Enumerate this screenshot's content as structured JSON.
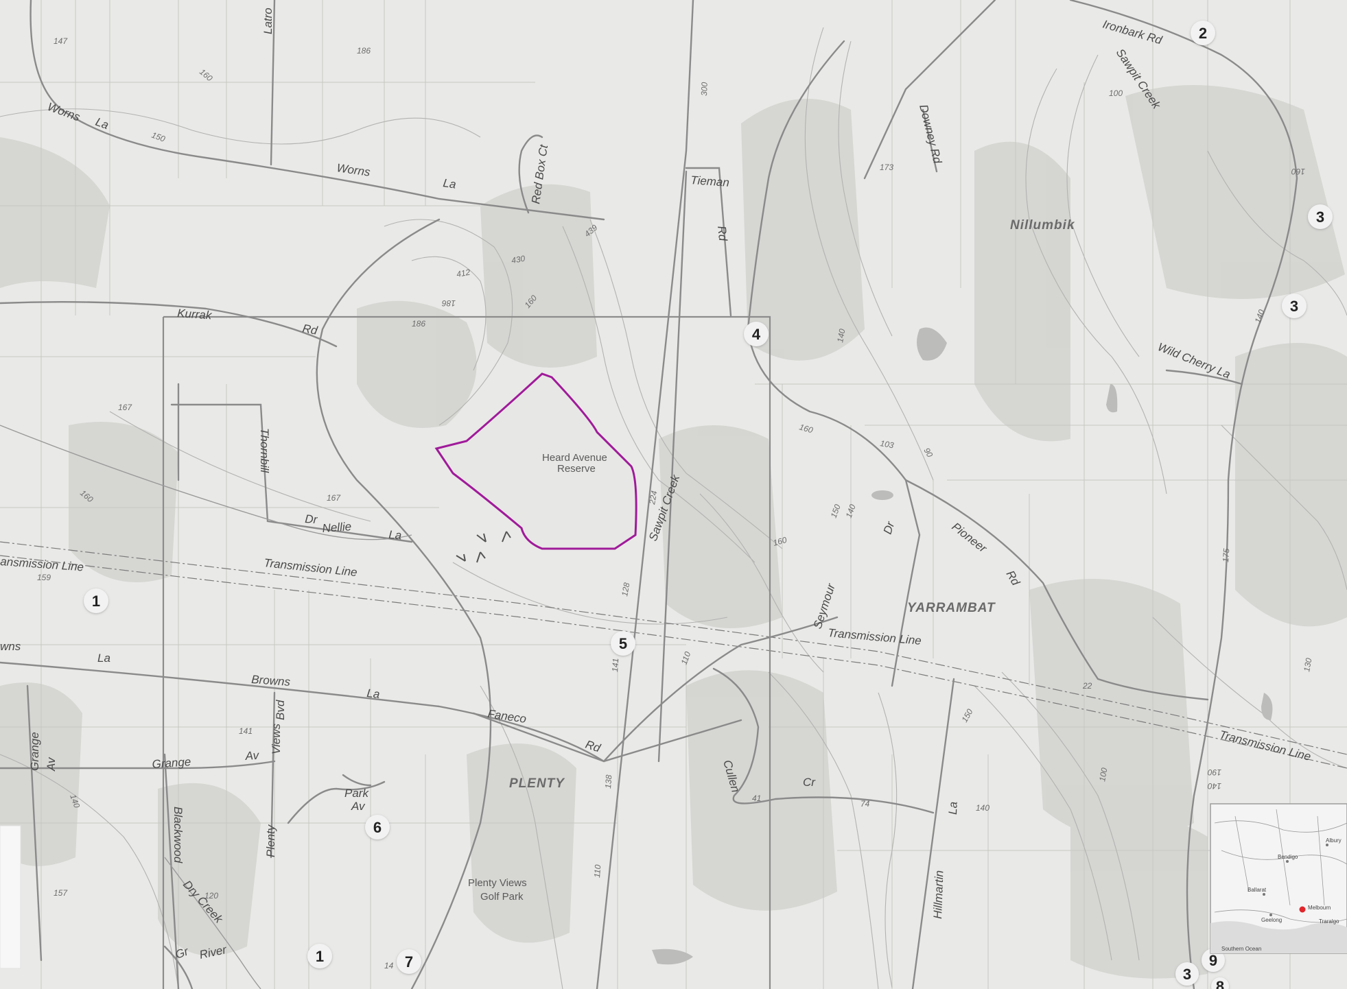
{
  "roads": {
    "worns_la_1": "Worns",
    "worns_la_1b": "La",
    "worns_la_2": "Worns",
    "worns_la_3": "La",
    "latrobe": "Latro",
    "red_box_ct": "Red Box Ct",
    "kurrak_rd_1": "Kurrak",
    "kurrak_rd_2": "Rd",
    "tieman_rd_1": "Tieman",
    "tieman_rd_2": "Rd",
    "downey_rd": "Downey Rd",
    "ironbark_rd": "Ironbark Rd",
    "wild_cherry_la": "Wild Cherry La",
    "thornbill": "Thornbill",
    "nellie_dr_1": "Dr",
    "nellie_dr_2": "Nellie",
    "nellie_dr_3": "La",
    "pioneer_rd_1": "Pioneer",
    "pioneer_rd_2": "Rd",
    "seymour_dr_1": "Seymour",
    "seymour_dr_2": "Dr",
    "transmission_1": "ansmission  Line",
    "transmission_2": "Transmission  Line",
    "transmission_3": "Transmission  Line",
    "transmission_4": "Transmission  Line",
    "browns_la_0": "wns",
    "browns_la_0b": "La",
    "browns_la_1": "Browns",
    "browns_la_2": "La",
    "faneco_rd_1": "Faneco",
    "faneco_rd_2": "Rd",
    "grange_av_1": "Grange",
    "grange_av_2": "Av",
    "grange_av_3": "Grange",
    "grange_av_4": "Av",
    "views_bvd_1": "Views",
    "views_bvd_2": "Bvd",
    "plenty": "Plenty",
    "park_av_1": "Park",
    "park_av_2": "Av",
    "blackwood": "Blackwood",
    "dry_creek": "Dry   Creek",
    "gr_river_1": "Gr",
    "gr_river_2": "River",
    "cullen_cr_1": "Cullen",
    "cullen_cr_2": "Cr",
    "hillmartin_1": "Hillmartin",
    "hillmartin_2": "La",
    "sawpit_creek_1": "Sawpit  Creek",
    "sawpit_creek_2": "Sawpit  Creek"
  },
  "places": {
    "nillumbik": "Nillumbik",
    "yarrambat": "YARRAMBAT",
    "plenty": "PLENTY",
    "golf_park_1": "Plenty Views",
    "golf_park_2": "Golf Park",
    "reserve_1": "Heard Avenue",
    "reserve_2": "Reserve"
  },
  "contours": {
    "c147": "147",
    "c186": "186",
    "c160a": "160",
    "c150": "150",
    "c412": "412",
    "c430": "430",
    "c439": "439",
    "c160b": "160",
    "c186b": "186",
    "c186c": "186",
    "c300": "300",
    "c173": "173",
    "c167a": "167",
    "c167b": "167",
    "c160c": "160",
    "c159": "159",
    "c141": "141",
    "c140a": "140",
    "c157": "157",
    "c120": "120",
    "c160d": "160",
    "c150b": "150",
    "c140b": "140",
    "c160e": "160",
    "c140c": "140",
    "c150c": "150",
    "c140d": "140",
    "c100": "100",
    "c74": "74",
    "c41": "41",
    "c22": "22",
    "c160f": "160",
    "c140e": "140",
    "c130": "130",
    "c175": "175",
    "c103": "103",
    "c90": "90",
    "c224": "224",
    "c128": "128",
    "c110": "110",
    "c138": "138",
    "c141b": "141",
    "c110b": "110",
    "c190": "190",
    "c140f": "140",
    "c100b": "100",
    "c14": "14"
  },
  "map_badges": {
    "b2": "2",
    "b3a": "3",
    "b3b": "3",
    "b4": "4",
    "b1a": "1",
    "b5": "5",
    "b6": "6",
    "b1b": "1",
    "b7": "7",
    "b9": "9",
    "b3c": "3",
    "b8": "8"
  },
  "inset": {
    "melbourne": "Melbourn",
    "ballarat": "Ballarat",
    "geelong": "Geelong",
    "albury": "Albury",
    "bendigo": "Bendigo",
    "traralgon": "Traralgo",
    "southern_ocean": "Southern Ocean"
  },
  "colors": {
    "background": "#e9e9e7",
    "road": "#8a8a8a",
    "contour": "#b4b4b2",
    "vegetation": "#d0d0cd",
    "boundary": "#a01a9a",
    "badge": "#f2f2f2"
  }
}
